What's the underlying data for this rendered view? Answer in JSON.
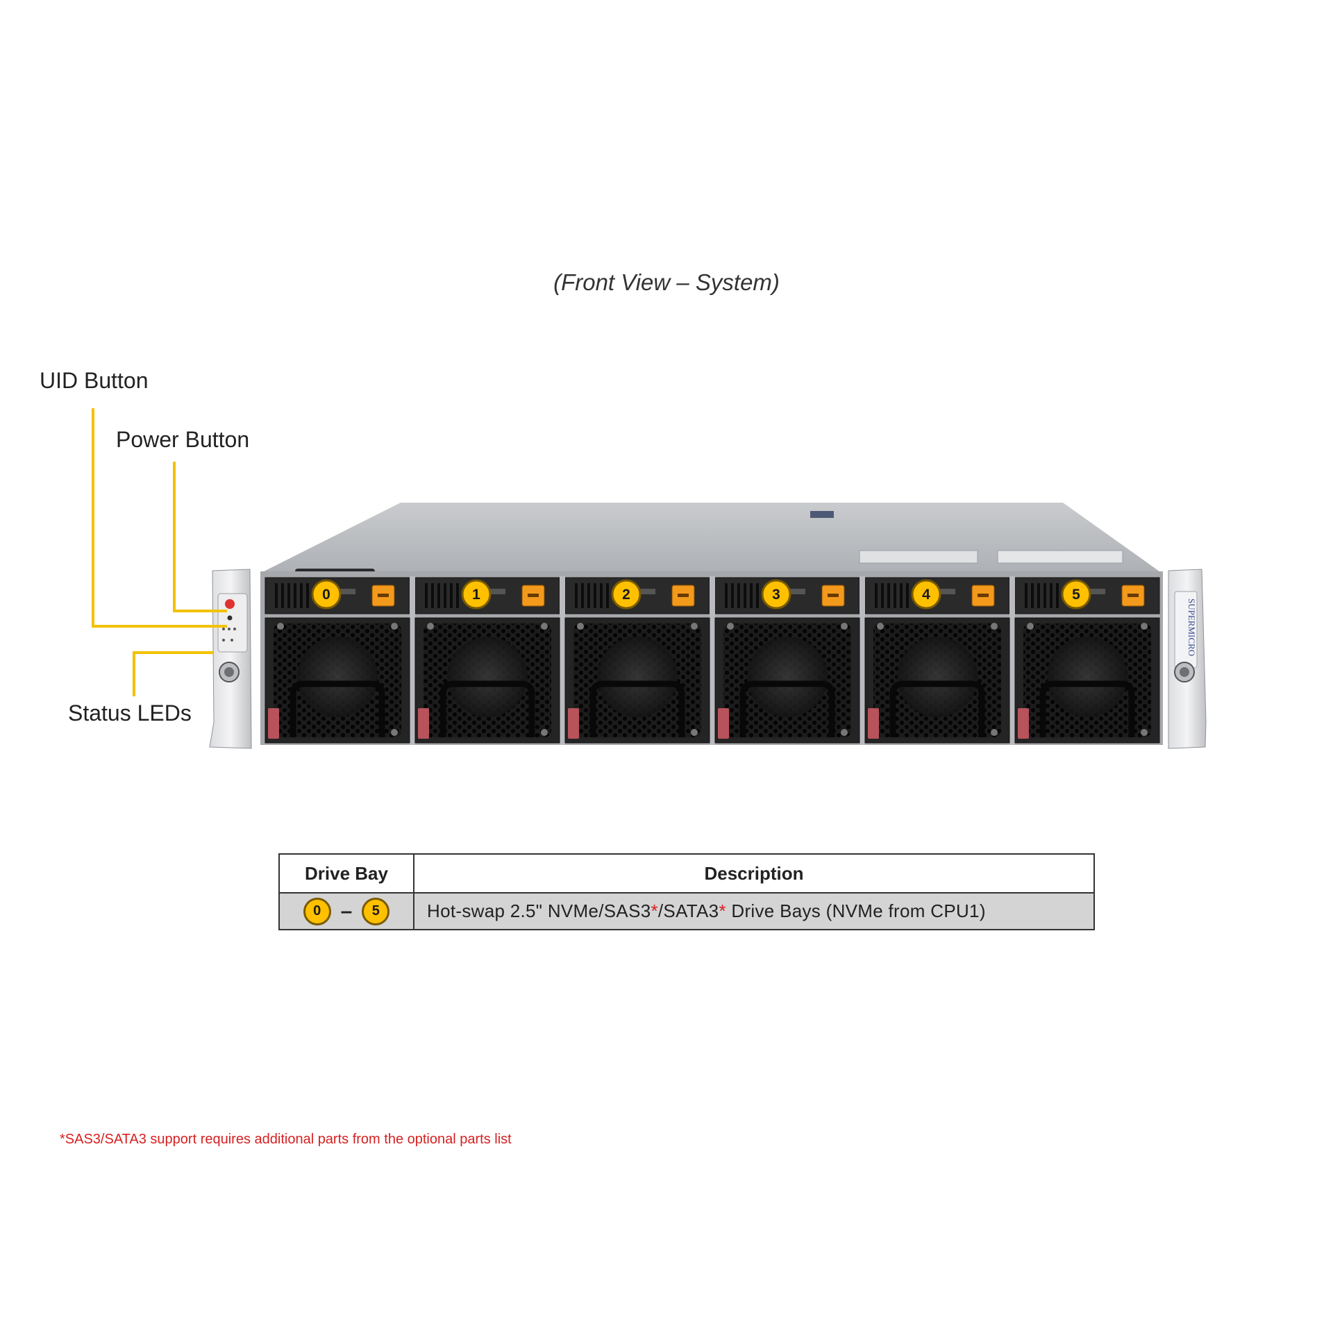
{
  "caption": "(Front View – System)",
  "callouts": {
    "uid_button": "UID Button",
    "power_button": "Power Button",
    "status_leds": "Status LEDs"
  },
  "bays": [
    {
      "number": "0"
    },
    {
      "number": "1"
    },
    {
      "number": "2"
    },
    {
      "number": "3"
    },
    {
      "number": "4"
    },
    {
      "number": "5"
    }
  ],
  "table": {
    "headers": {
      "bay": "Drive Bay",
      "description": "Description"
    },
    "row": {
      "range_start": "0",
      "range_dash": "–",
      "range_end": "5",
      "desc_part1": "Hot-swap 2.5\" NVMe/SAS3",
      "asterisk": "*",
      "desc_part2": "/SATA3",
      "desc_part3": " Drive Bays (NVMe from CPU1)"
    }
  },
  "brand_label": "SUPERMICRO",
  "footnote": "*SAS3/SATA3 support requires additional parts from the optional parts list",
  "colors": {
    "callout_line": "#f2c200",
    "bay_marker": "#ffc000",
    "latch": "#f39a1c",
    "asterisk": "#d62020"
  }
}
